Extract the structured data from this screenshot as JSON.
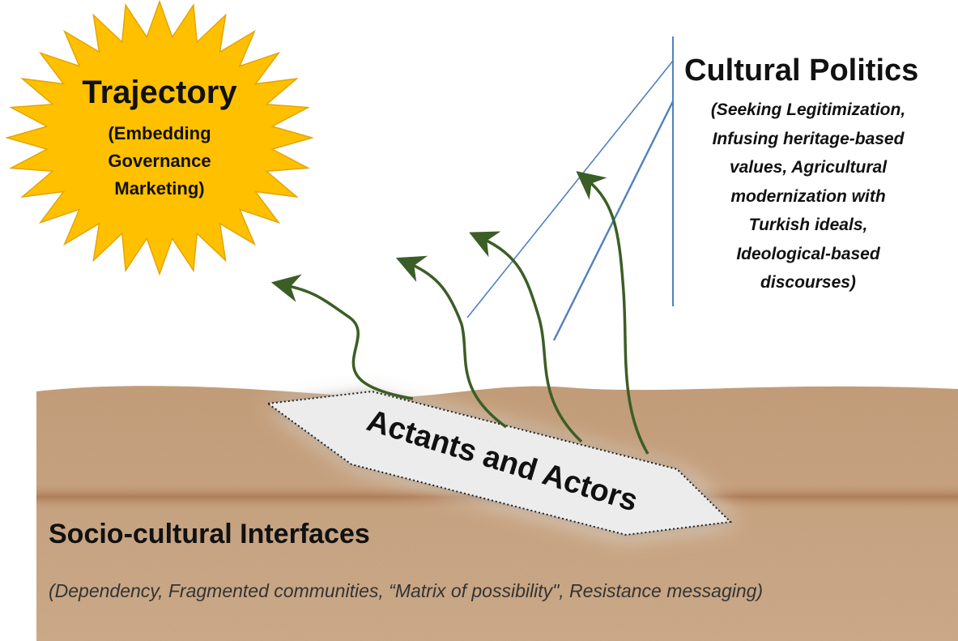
{
  "trajectory": {
    "title": "Trajectory",
    "subtitle": "(Embedding\nGovernance\nMarketing)",
    "color": "#FFC000"
  },
  "cultural_politics": {
    "title": "Cultural Politics",
    "subtitle": "(Seeking Legitimization,\nInfusing heritage-based\nvalues, Agricultural\nmodernization with\nTurkish ideals,\nIdeological-based\ndiscourses)"
  },
  "actants": {
    "label": "Actants and Actors"
  },
  "interfaces": {
    "title": "Socio-cultural Interfaces",
    "subtitle": "(Dependency, Fragmented communities, “Matrix of possibility\", Resistance messaging)"
  },
  "colors": {
    "ground": "#C9A07A",
    "arrow": "#3B5E26",
    "line": "#4F81BD"
  }
}
